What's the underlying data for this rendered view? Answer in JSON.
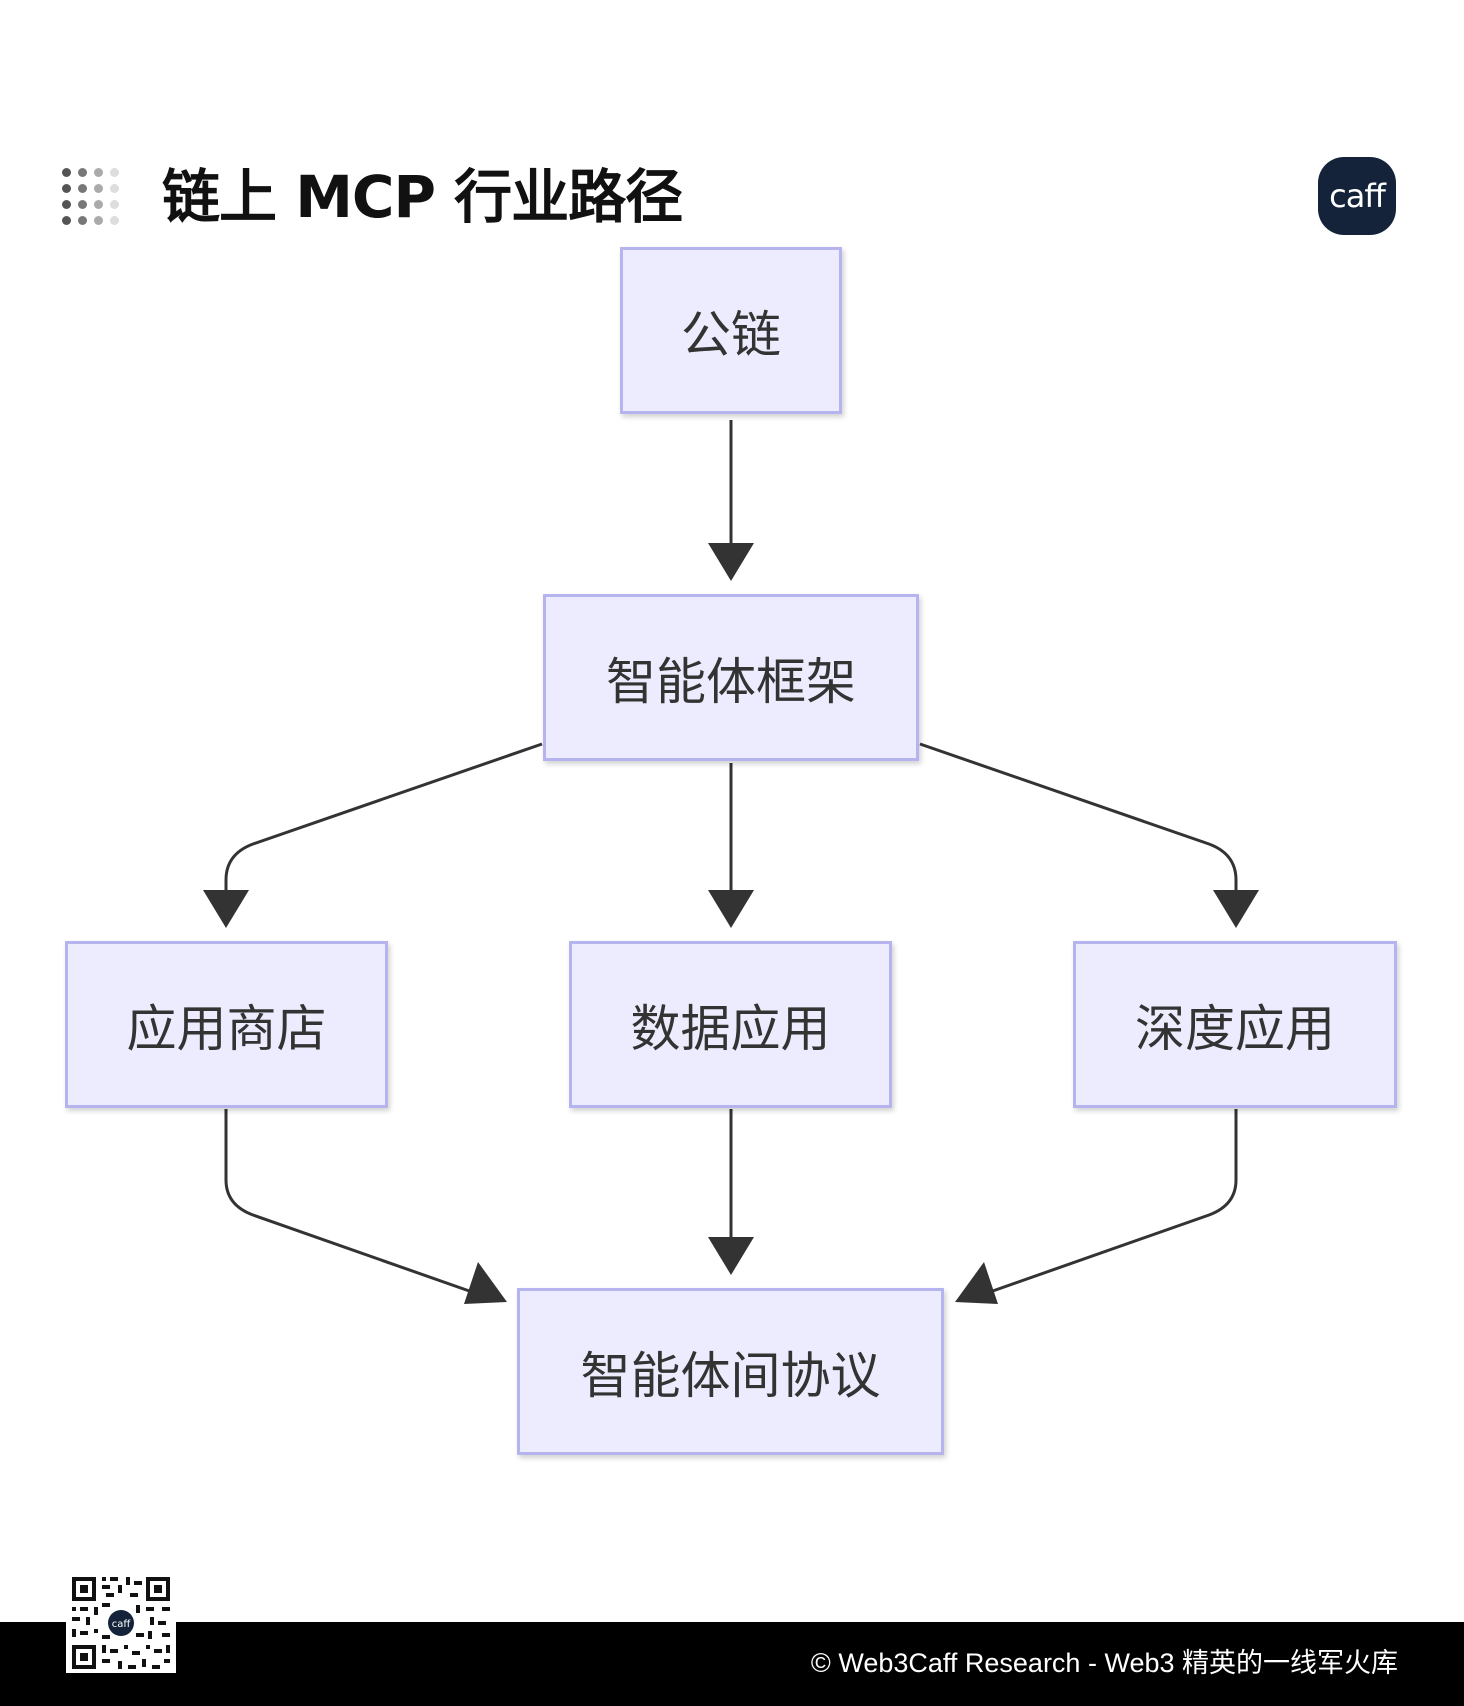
{
  "header": {
    "title": "链上 MCP 行业路径",
    "logo_text": "caff",
    "logo_color": "#14223a"
  },
  "diagram": {
    "node_fill": "#ececfe",
    "node_border": "#b6b4ee",
    "edge_color": "#333333",
    "nodes": [
      {
        "id": "public-chain",
        "label": "公链"
      },
      {
        "id": "agent-framework",
        "label": "智能体框架"
      },
      {
        "id": "app-store",
        "label": "应用商店"
      },
      {
        "id": "data-app",
        "label": "数据应用"
      },
      {
        "id": "deep-app",
        "label": "深度应用"
      },
      {
        "id": "agent-protocol",
        "label": "智能体间协议"
      }
    ],
    "edges": [
      {
        "from": "public-chain",
        "to": "agent-framework"
      },
      {
        "from": "agent-framework",
        "to": "app-store"
      },
      {
        "from": "agent-framework",
        "to": "data-app"
      },
      {
        "from": "agent-framework",
        "to": "deep-app"
      },
      {
        "from": "app-store",
        "to": "agent-protocol"
      },
      {
        "from": "data-app",
        "to": "agent-protocol"
      },
      {
        "from": "deep-app",
        "to": "agent-protocol"
      }
    ]
  },
  "footer": {
    "copyright": "© Web3Caff Research - Web3 精英的一线军火库",
    "qr_logo_text": "caff"
  }
}
